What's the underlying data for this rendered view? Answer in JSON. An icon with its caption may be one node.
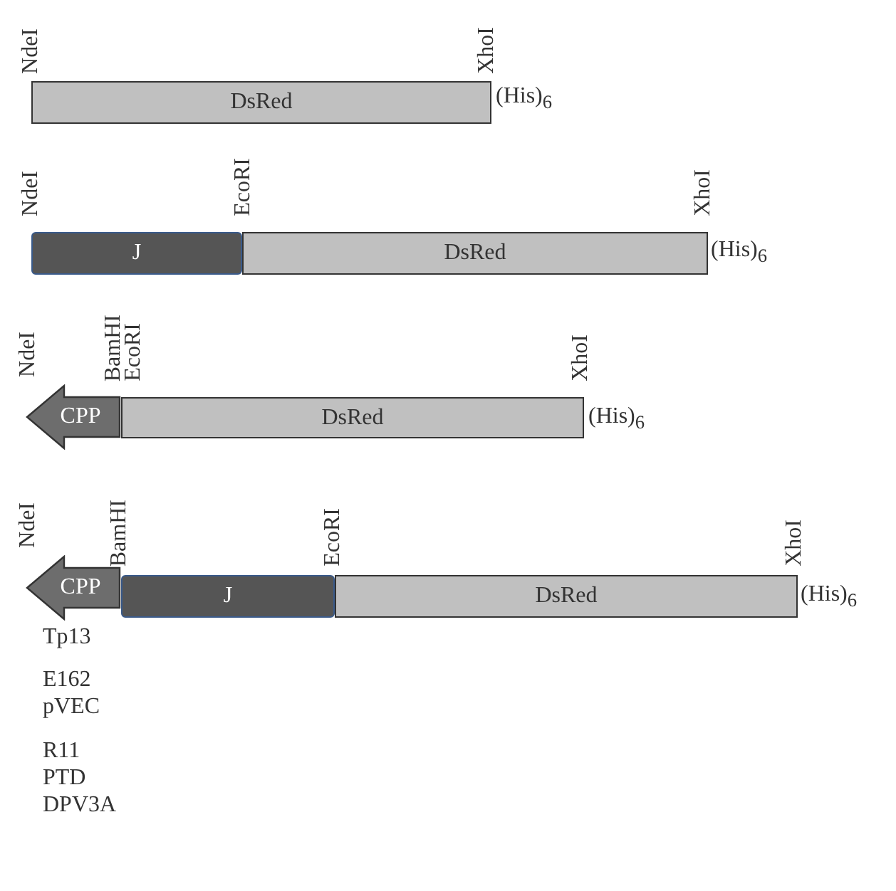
{
  "diagram": {
    "nodes": [
      {
        "text": [
          "DsRed"
        ]
      },
      {
        "text": [
          "J"
        ]
      },
      {
        "text": [
          "DsRed"
        ]
      },
      {
        "text": [
          "CPP"
        ]
      },
      {
        "text": [
          "DsRed"
        ]
      },
      {
        "text": [
          "CPP"
        ]
      },
      {
        "text": [
          "J"
        ]
      },
      {
        "text": [
          "DsRed"
        ]
      }
    ],
    "labels": [
      "NdeI",
      "XhoI",
      "(His)$_{6}$",
      "NdeI",
      "EcoRI",
      "XhoI",
      "(His)$_{6}$",
      "NdeI",
      "BamHI",
      "EcoRI",
      "XhoI",
      "(His)$_{6}$",
      "NdeI",
      "BamHI",
      "EcoRI",
      "XhoI",
      "(His)$_{6}$",
      "Tp13",
      "E162",
      "pVEC",
      "R11",
      "PTD",
      "DPV3A"
    ]
  }
}
